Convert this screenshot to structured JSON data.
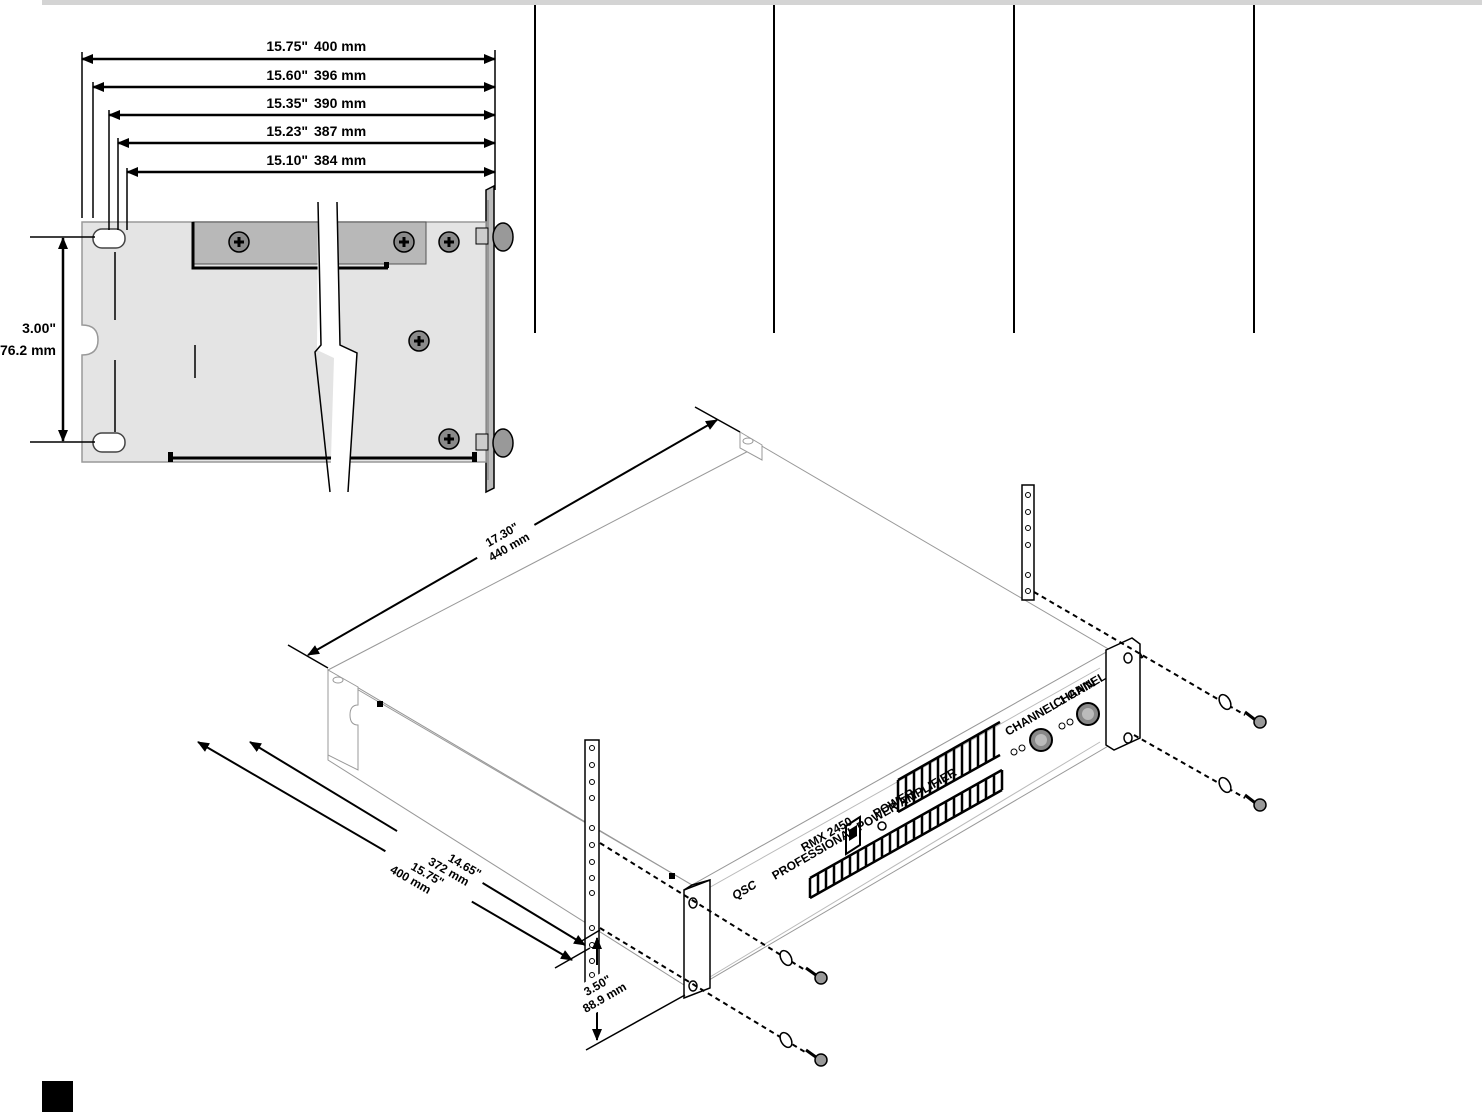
{
  "side_view": {
    "widths": [
      {
        "inch": "15.75\"",
        "mm": "400 mm"
      },
      {
        "inch": "15.60\"",
        "mm": "396 mm"
      },
      {
        "inch": "15.35\"",
        "mm": "390 mm"
      },
      {
        "inch": "15.23\"",
        "mm": "387 mm"
      },
      {
        "inch": "15.10\"",
        "mm": "384 mm"
      }
    ],
    "height": {
      "inch": "3.00\"",
      "mm": "76.2 mm"
    }
  },
  "iso_view": {
    "width": {
      "inch": "17.30\"",
      "mm": "440 mm"
    },
    "depth_inner": {
      "inch": "14.65\"",
      "mm": "372 mm"
    },
    "depth_outer": {
      "inch": "15.75\"",
      "mm": "400 mm"
    },
    "height": {
      "inch": "3.50\"",
      "mm": "88.9 mm"
    }
  },
  "amplifier": {
    "logo": "QSC",
    "model": "RMX 2450",
    "subtitle": "PROFESSIONAL POWER AMPLIFIER",
    "channel_1": "CHANNEL 1 GAIN",
    "channel_2": "CHANNEL 2 GAIN",
    "power": "POWER"
  }
}
